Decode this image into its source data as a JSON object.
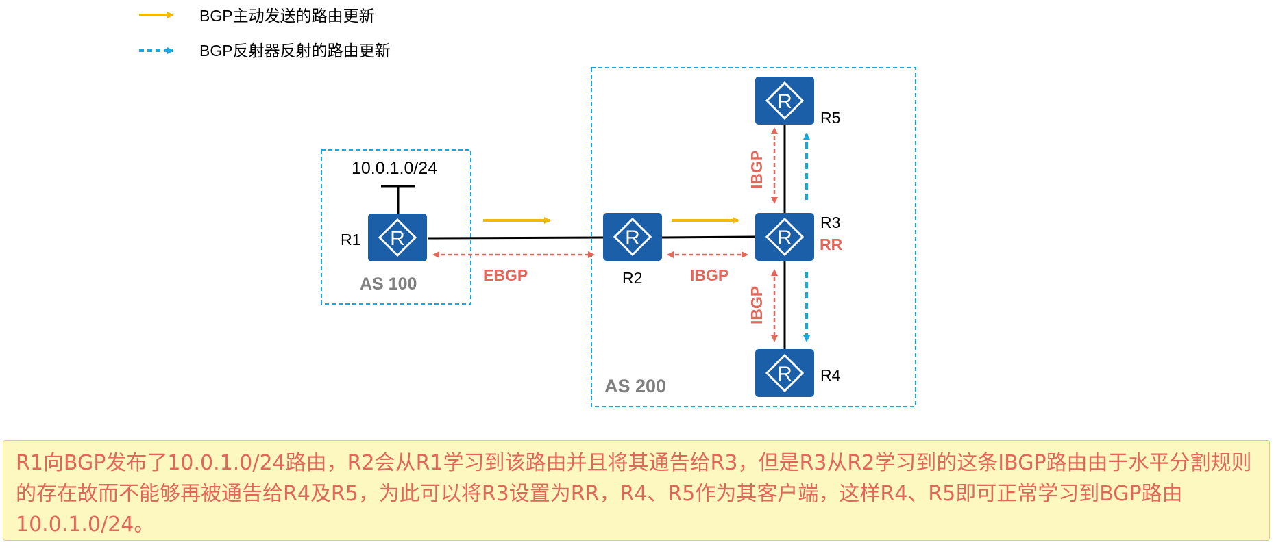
{
  "legend": {
    "items": [
      {
        "label": "BGP主动发送的路由更新",
        "style": "solid",
        "color": "#f5b800"
      },
      {
        "label": "BGP反射器反射的路由更新",
        "style": "dashed",
        "color": "#12a9e0"
      }
    ]
  },
  "as_boxes": [
    {
      "label": "AS 100"
    },
    {
      "label": "AS 200"
    }
  ],
  "network": {
    "prefix": "10.0.1.0/24"
  },
  "routers": {
    "r1": {
      "name": "R1",
      "icon": "R"
    },
    "r2": {
      "name": "R2",
      "icon": "R"
    },
    "r3": {
      "name": "R3",
      "icon": "R",
      "role": "RR"
    },
    "r4": {
      "name": "R4",
      "icon": "R"
    },
    "r5": {
      "name": "R5",
      "icon": "R"
    }
  },
  "sessions": {
    "r1_r2": "EBGP",
    "r2_r3": "IBGP",
    "r3_r5": "IBGP",
    "r3_r4": "IBGP"
  },
  "colors": {
    "router": "#1a5fa8",
    "as_border": "#12a9e0",
    "session": "#e3665a",
    "advertise": "#f5b800",
    "reflect": "#12a9e0",
    "as_label": "#7f7f7f",
    "note_bg": "#fdf7c0",
    "note_text": "#e3665a"
  },
  "note": {
    "text": "R1向BGP发布了10.0.1.0/24路由，R2会从R1学习到该路由并且将其通告给R3，但是R3从R2学习到的这条IBGP路由由于水平分割规则的存在故而不能够再被通告给R4及R5，为此可以将R3设置为RR，R4、R5作为其客户端，这样R4、R5即可正常学习到BGP路由10.0.1.0/24。"
  }
}
